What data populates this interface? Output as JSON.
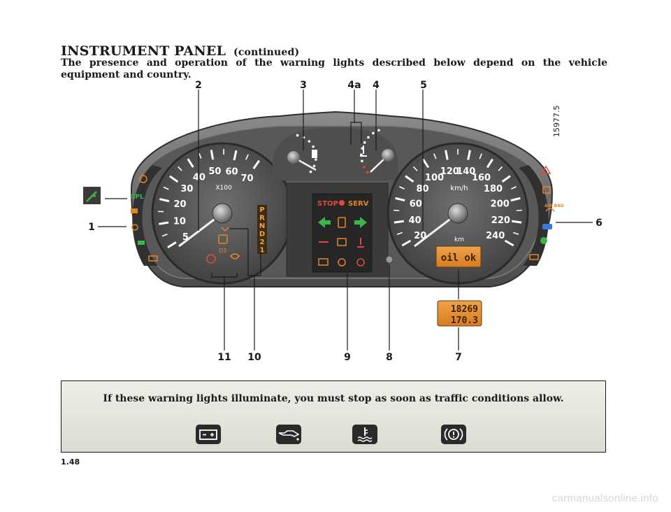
{
  "page": {
    "title": "INSTRUMENT PANEL",
    "title_suffix": "(continued)",
    "intro": "The presence and operation of the warning lights described below depend on the vehicle equipment and country.",
    "page_number": "1.48",
    "watermark": "carmanualsonline.info"
  },
  "figure": {
    "ref_code": "15977.5",
    "callouts_top": [
      "2",
      "3",
      "4a",
      "4",
      "5"
    ],
    "callouts_side": [
      "1",
      "6"
    ],
    "callouts_bottom": [
      "11",
      "10",
      "9",
      "8",
      "7"
    ],
    "rev_counter": {
      "labels": [
        "5",
        "10",
        "20",
        "30",
        "40",
        "50",
        "60",
        "70"
      ],
      "unit": "X100"
    },
    "speedometer": {
      "labels": [
        "20",
        "40",
        "60",
        "80",
        "100",
        "120",
        "140",
        "160",
        "180",
        "200",
        "220",
        "240"
      ],
      "unit": "km/h",
      "odo_unit": "km"
    },
    "gear_indicator": [
      "P",
      "R",
      "N",
      "D",
      "2",
      "1"
    ],
    "d3_label": "D3",
    "center_display": {
      "stop": "STOP",
      "serv": "SERV"
    },
    "left_column_label": "GPL",
    "right_column_label": "AIR BAG",
    "lcd_main": "oil ok",
    "lcd_total": "18269",
    "lcd_trip": "170.3"
  },
  "warning_box": {
    "message": "If these warning lights illuminate, you must stop as soon as traffic conditions allow.",
    "icons": [
      "battery-icon",
      "oil-pressure-icon",
      "coolant-temperature-icon",
      "brake-warning-icon"
    ]
  }
}
